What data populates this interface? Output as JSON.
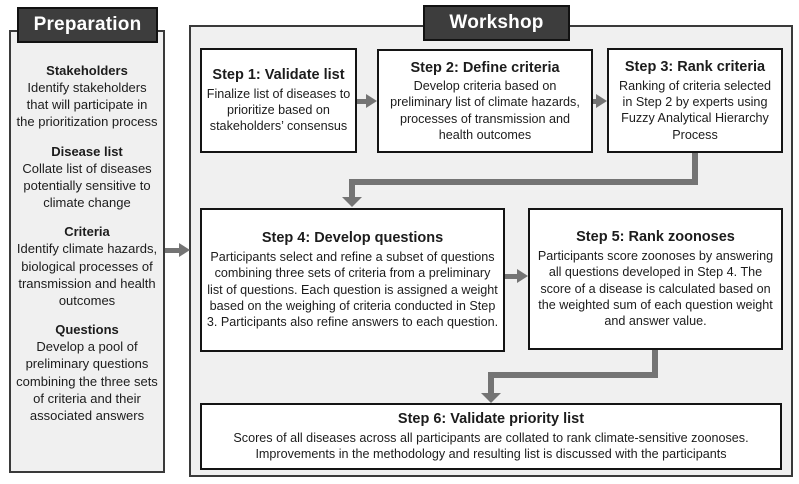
{
  "colors": {
    "header_bg": "#3d3d3d",
    "header_text": "#ffffff",
    "panel_bg": "#f0f0f0",
    "box_bg": "#ffffff",
    "box_border": "#141414",
    "arrow": "#747474"
  },
  "preparation": {
    "title": "Preparation",
    "sections": [
      {
        "heading": "Stakeholders",
        "body": "Identify stakeholders that will participate in the prioritization process"
      },
      {
        "heading": "Disease list",
        "body": "Collate list of diseases potentially sensitive to climate change"
      },
      {
        "heading": "Criteria",
        "body": "Identify climate hazards, biological processes of transmission and health outcomes"
      },
      {
        "heading": "Questions",
        "body": "Develop a pool of preliminary questions combining the three sets of criteria and their associated answers"
      }
    ]
  },
  "workshop": {
    "title": "Workshop",
    "steps": [
      {
        "title": "Step 1: Validate list",
        "body": "Finalize list of diseases to prioritize based on stakeholders’ consensus"
      },
      {
        "title": "Step 2: Define criteria",
        "body": "Develop criteria based on preliminary list of climate hazards, processes of transmission and health outcomes"
      },
      {
        "title": "Step 3: Rank criteria",
        "body": "Ranking of criteria selected in Step 2 by experts using Fuzzy Analytical Hierarchy Process"
      },
      {
        "title": "Step 4: Develop questions",
        "body": "Participants select and refine a subset of questions combining three sets of criteria from a preliminary list of questions. Each question is assigned a weight based on the weighing of criteria conducted in Step 3. Participants also refine answers to each question."
      },
      {
        "title": "Step 5: Rank zoonoses",
        "body": "Participants score zoonoses by answering all questions developed in Step 4. The score of a disease is calculated based on the weighted sum of each question weight and answer value."
      },
      {
        "title": "Step 6: Validate priority list",
        "body": "Scores of all diseases across all participants are collated to rank climate-sensitive zoonoses. Improvements in the methodology and resulting list is discussed with the participants"
      }
    ]
  }
}
